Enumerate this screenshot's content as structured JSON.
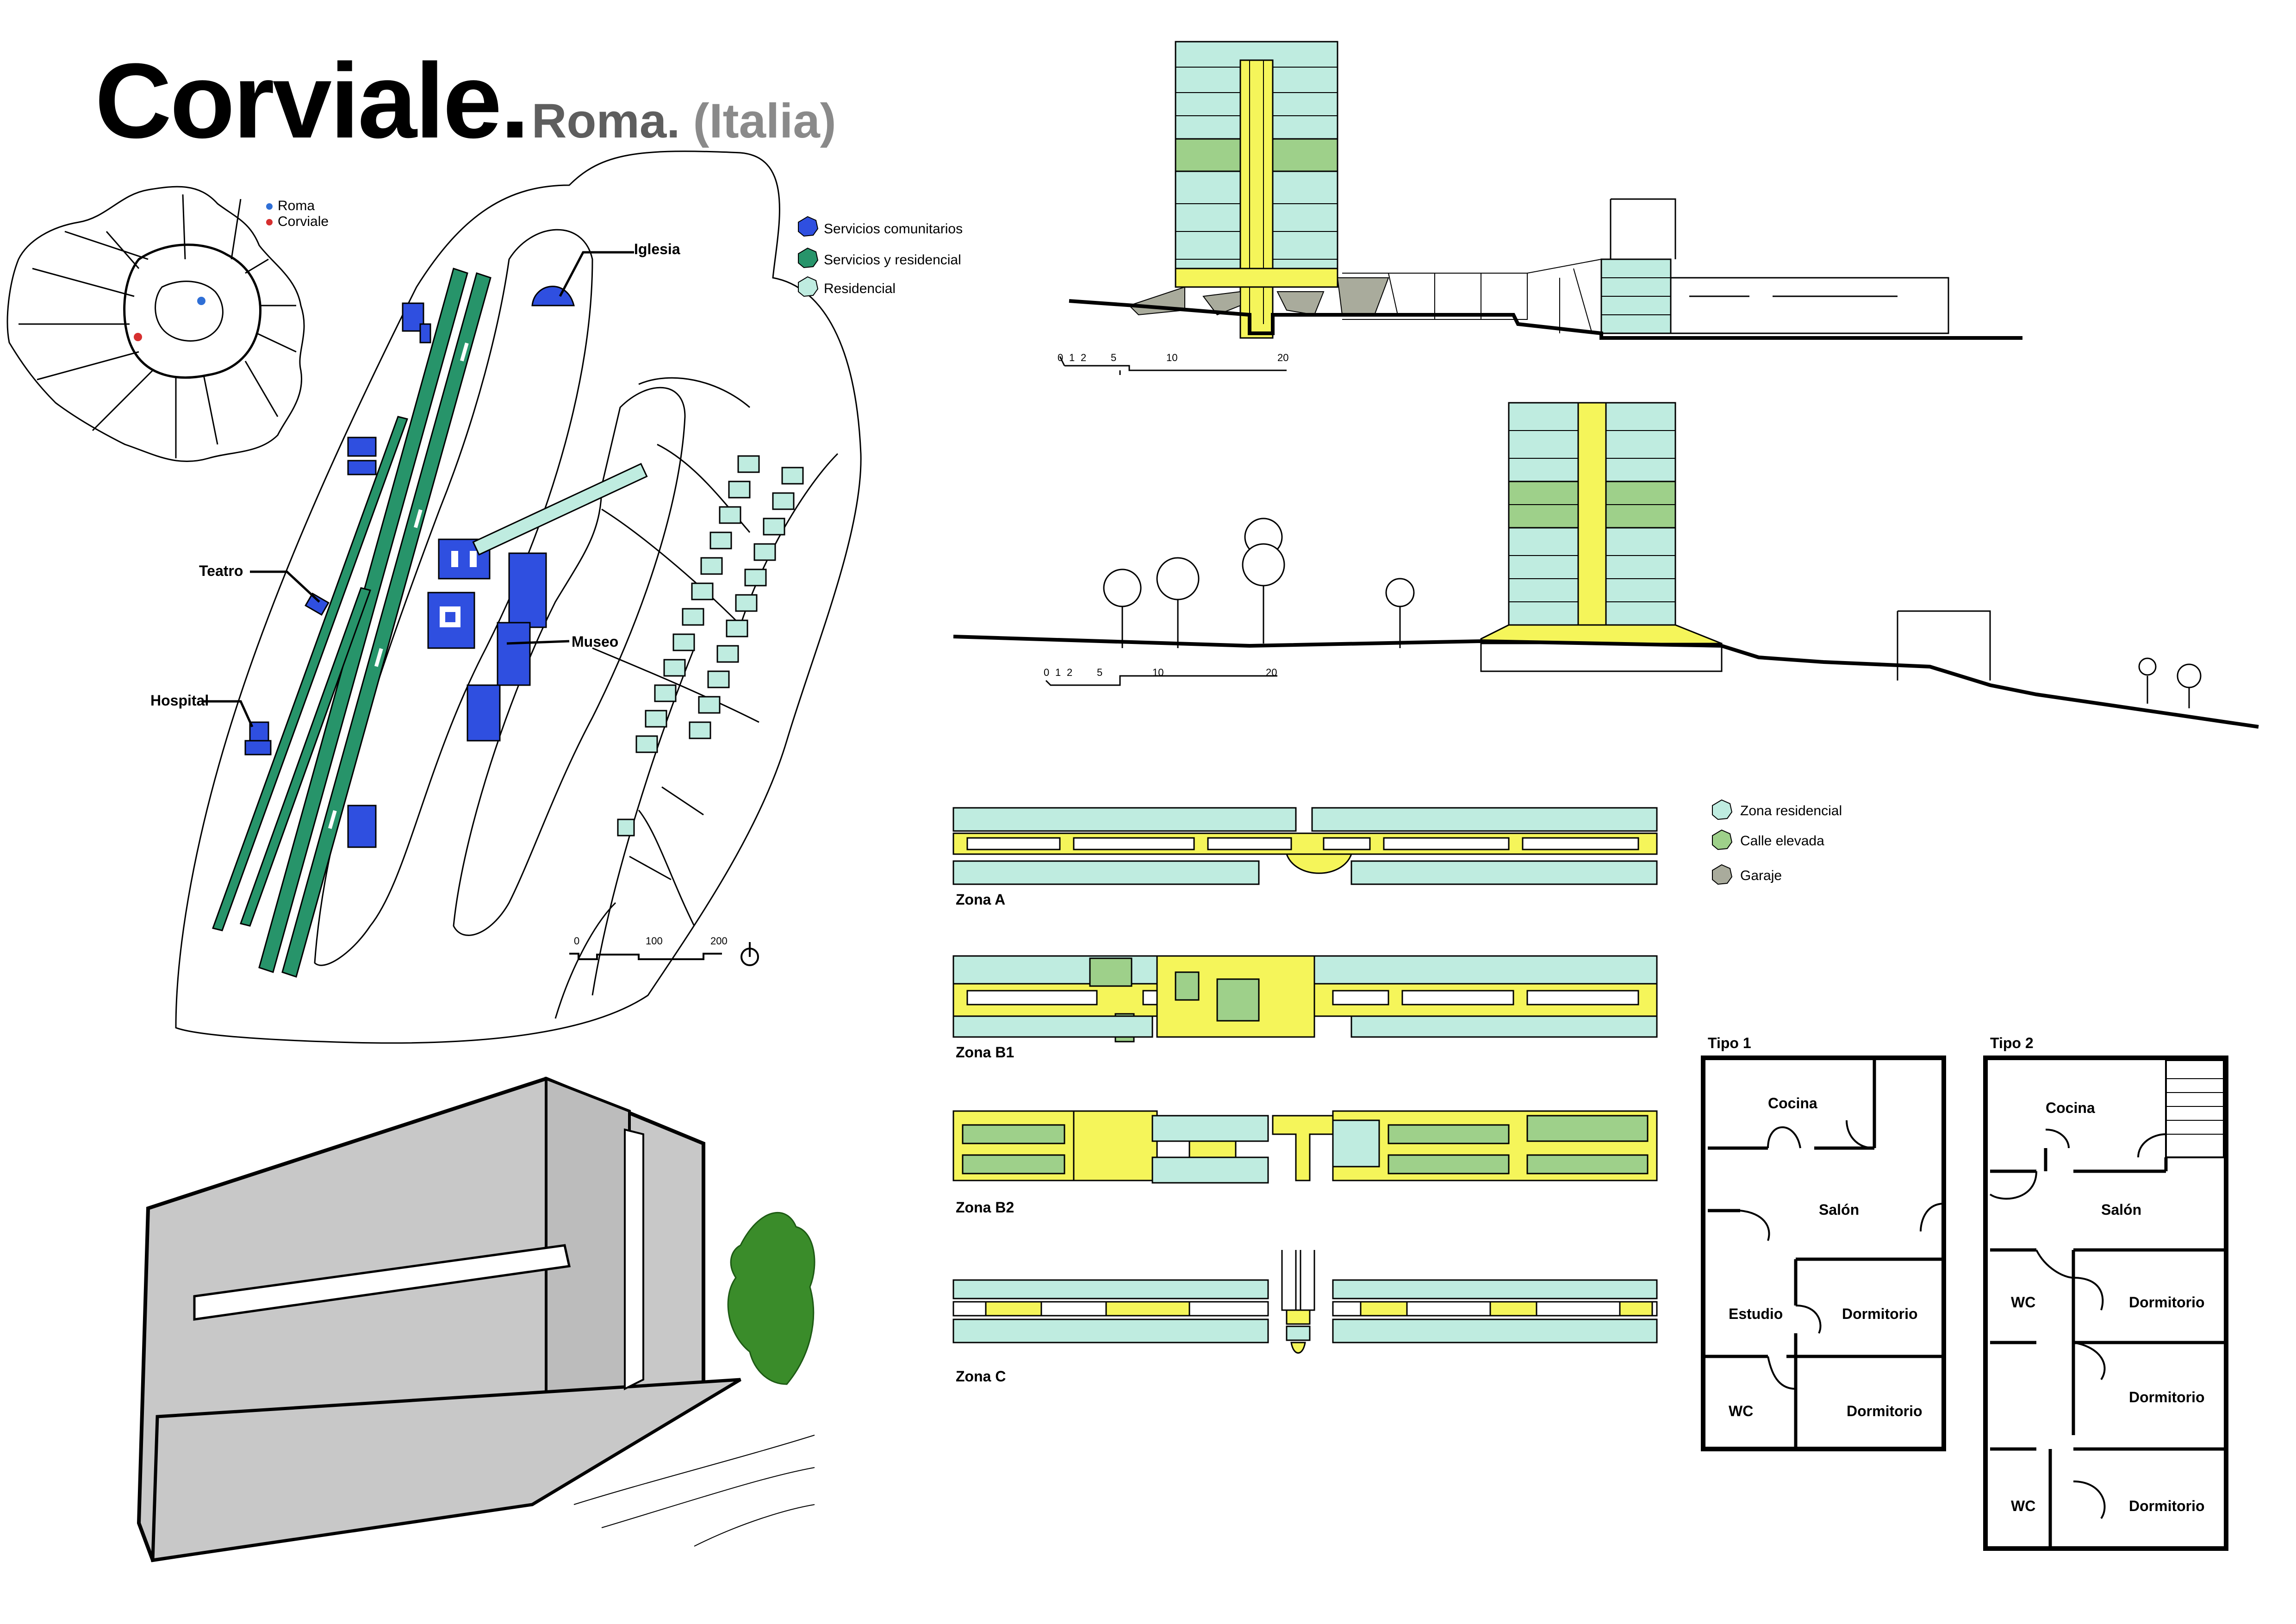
{
  "title": {
    "main": "Corviale",
    "dot": ".",
    "city": "Roma.",
    "country": "(Italia)"
  },
  "locator_map": {
    "legend": [
      {
        "label": "Roma",
        "color": "#2f6fd6"
      },
      {
        "label": "Corviale",
        "color": "#d62f2f"
      }
    ]
  },
  "site_plan": {
    "legend": [
      {
        "label": "Servicios comunitarios",
        "color": "#2f4fe0"
      },
      {
        "label": "Servicios y residencial",
        "color": "#27946a"
      },
      {
        "label": "Residencial",
        "color": "#bfece0"
      }
    ],
    "labels": {
      "church": "Iglesia",
      "theatre": "Teatro",
      "museum": "Museo",
      "hospital": "Hospital"
    },
    "scale": [
      "0",
      "100",
      "200"
    ]
  },
  "sections": {
    "scale": [
      "0",
      "1",
      "2",
      "5",
      "10",
      "20"
    ]
  },
  "zones": {
    "legend": [
      {
        "label": "Zona residencial",
        "color": "#bfece0"
      },
      {
        "label": "Calle elevada",
        "color": "#9ed08a"
      },
      {
        "label": "Garaje",
        "color": "#a9ab9c"
      }
    ],
    "items": [
      "Zona A",
      "Zona B1",
      "Zona B2",
      "Zona C"
    ]
  },
  "units": {
    "tipo1": {
      "title": "Tipo 1",
      "rooms": [
        "Cocina",
        "Salón",
        "Estudio",
        "Dormitorio",
        "WC",
        "Dormitorio"
      ]
    },
    "tipo2": {
      "title": "Tipo 2",
      "rooms": [
        "Cocina",
        "Salón",
        "WC",
        "Dormitorio",
        "Dormitorio",
        "WC",
        "Dormitorio"
      ]
    }
  },
  "colors": {
    "blue": "#2f4fe0",
    "green": "#27946a",
    "mint": "#bfece0",
    "yellow": "#f5f55a",
    "lightgreen": "#9ed08a",
    "garage": "#a9ab9c",
    "gray": "#c8c8c8"
  }
}
